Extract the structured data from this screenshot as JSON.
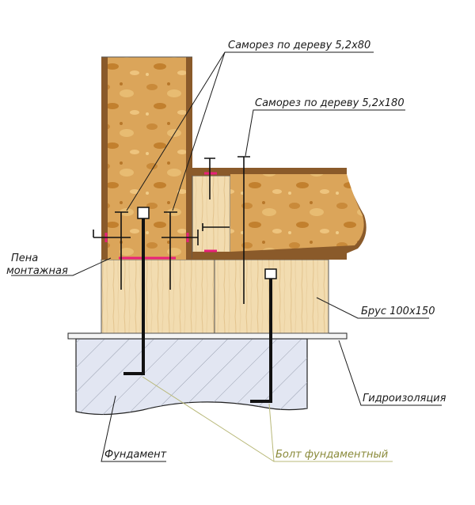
{
  "labels": {
    "screw_80": "Саморез по дереву 5,2х80",
    "screw_180": "Саморез по дереву 5,2х180",
    "foam_line1": "Пена",
    "foam_line2": "монтажная",
    "beam": "Брус 100х150",
    "waterproofing": "Гидроизоляция",
    "foundation": "Фундамент",
    "anchor_bolt": "Болт фундаментный"
  },
  "colors": {
    "osb_fill": "#d9a04a",
    "osb_edge": "#8a5a2a",
    "wood_fill": "#f2dcb0",
    "concrete_fill": "#e2e6f2",
    "foam_marks": "#e8207a",
    "olive_leaders": "#b8b878"
  }
}
